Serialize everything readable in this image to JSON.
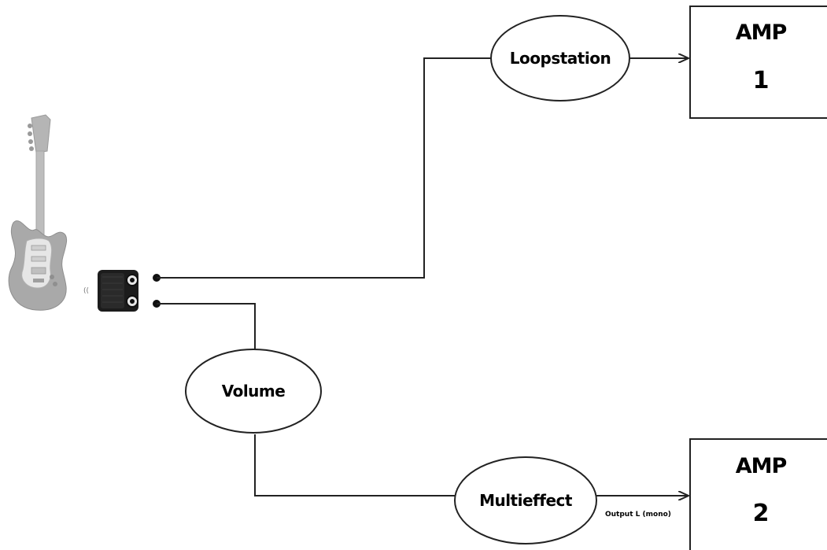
{
  "nodes": {
    "loopstation": "Loopstation",
    "volume": "Volume",
    "multieffect": "Multieffect"
  },
  "amps": [
    {
      "title": "AMP",
      "number": "1"
    },
    {
      "title": "AMP",
      "number": "2"
    }
  ],
  "edge_labels": {
    "output_l": "Output L (mono)"
  },
  "icons": {
    "guitar": "electric-guitar-icon",
    "splitter": "y-splitter-icon"
  },
  "colors": {
    "line": "#222222",
    "guitar_body": "#a9a9a9",
    "splitter": "#1c1c1c"
  }
}
